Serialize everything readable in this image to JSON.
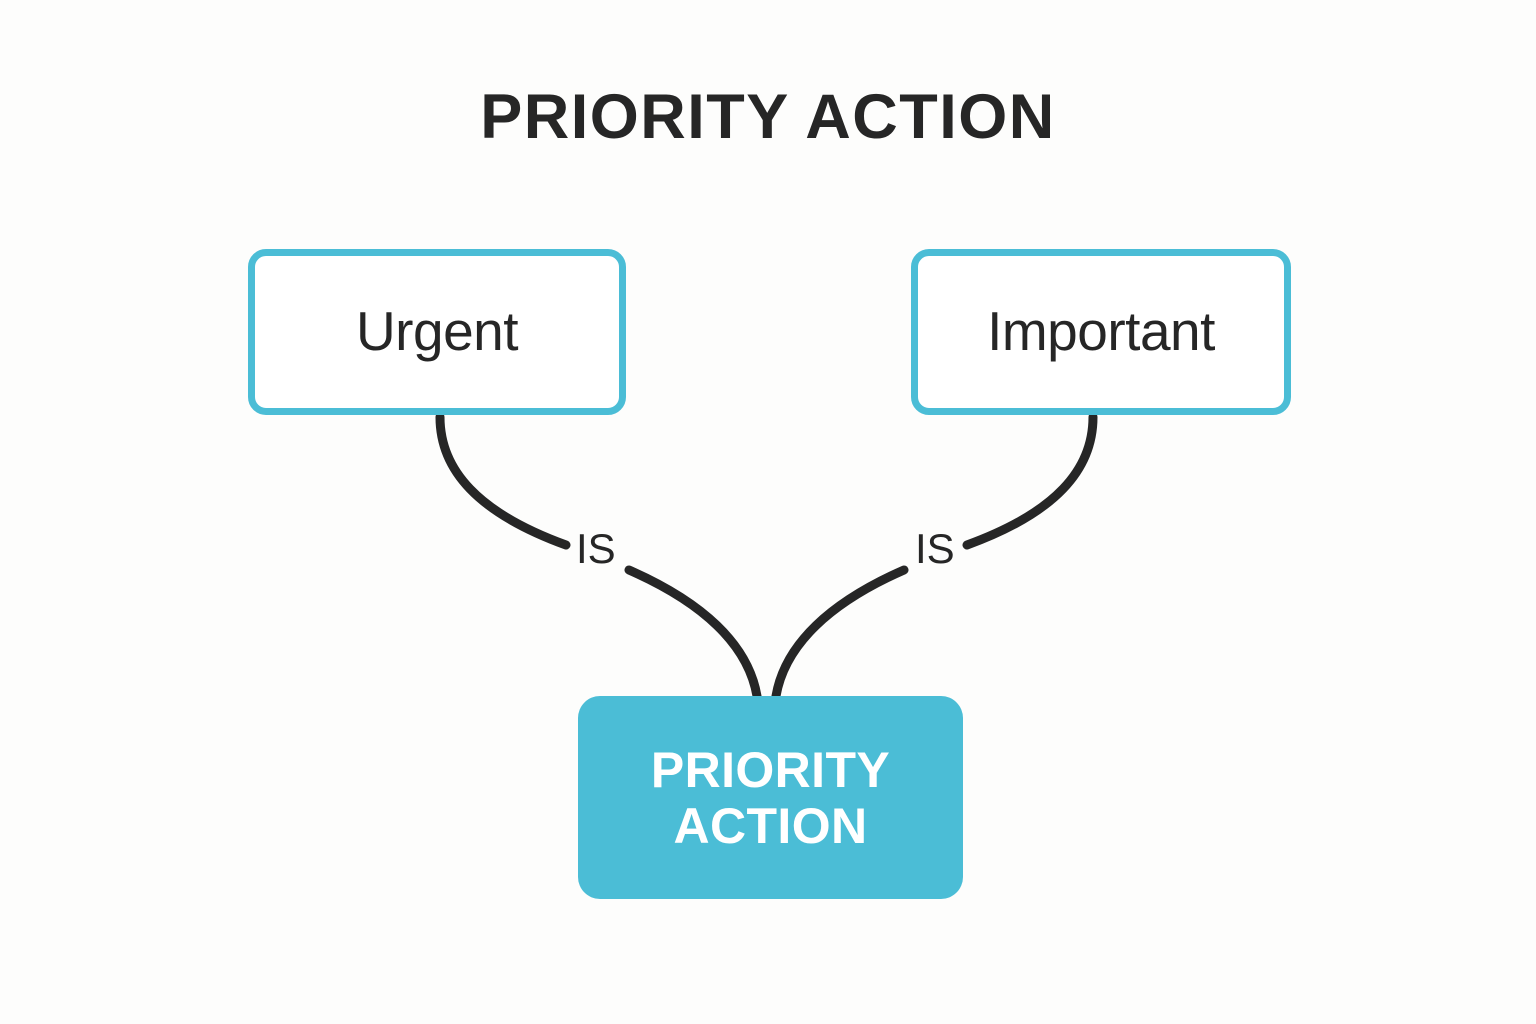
{
  "title": "PRIORITY ACTION",
  "background_color": "#fdfdfc",
  "accent_color": "#4bbdd6",
  "text_color": "#262626",
  "nodes": [
    {
      "id": "urgent",
      "label": "Urgent",
      "style": "outline",
      "border_color": "#4bbdd6",
      "fill_color": "#ffffff",
      "text_color": "#262626"
    },
    {
      "id": "important",
      "label": "Important",
      "style": "outline",
      "border_color": "#4bbdd6",
      "fill_color": "#ffffff",
      "text_color": "#262626"
    },
    {
      "id": "priority-action",
      "label": "PRIORITY\nACTION",
      "style": "filled",
      "fill_color": "#4bbdd6",
      "text_color": "#ffffff"
    }
  ],
  "edges": [
    {
      "id": "urgent-to-priority-action",
      "from": "urgent",
      "to": "priority-action",
      "label": "IS",
      "color": "#262626"
    },
    {
      "id": "important-to-priority-action",
      "from": "important",
      "to": "priority-action",
      "label": "IS",
      "color": "#262626"
    }
  ]
}
